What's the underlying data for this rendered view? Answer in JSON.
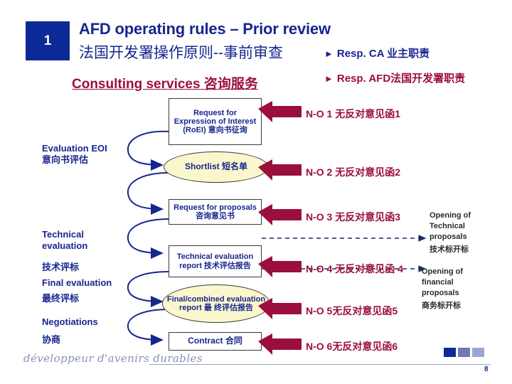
{
  "header": {
    "step_number": "1",
    "title_en": "AFD operating rules – Prior review",
    "title_cn": "法国开发署操作原则--事前审查",
    "consulting_link": "Consulting services 咨询服务",
    "legend": [
      {
        "marker": "►",
        "label": "Resp. CA 业主职责",
        "color": "#17268F"
      },
      {
        "marker": "►",
        "label": "Resp. AFD法国开发署职责",
        "color": "#9B0F3C"
      }
    ]
  },
  "stages": [
    {
      "label_en": "Evaluation EOI",
      "label_cn": "意向书评估"
    },
    {
      "label_en": "Technical\nevaluation",
      "label_en_line1": "Technical",
      "label_en_line2": "evaluation",
      "label_cn": "技术评标"
    },
    {
      "label_en": "Final evaluation",
      "label_cn": "最终评标"
    },
    {
      "label_en": "Negotiations",
      "label_cn": "协商"
    }
  ],
  "flow_nodes": [
    {
      "shape": "rect",
      "text": "Request for Expression of Interest (RoEI) 意向书征询"
    },
    {
      "shape": "ellipse",
      "text": "Shortlist 短名单"
    },
    {
      "shape": "rect",
      "text": "Request for proposals 咨询意见书"
    },
    {
      "shape": "rect",
      "text": "Technical evaluation report 技术评估报告"
    },
    {
      "shape": "ellipse",
      "text": "Final/combined evaluation report 最 终评估报告"
    },
    {
      "shape": "rect",
      "text": "Contract 合同"
    }
  ],
  "no_labels": [
    "N-O 1 无反对意见函1",
    "N-O 2 无反对意见函2",
    "N-O 3 无反对意见函3",
    "N-O 4 无反对意见函 4",
    "N-O 5无反对意见函5",
    "N-O 6无反对意见函6"
  ],
  "openings": [
    {
      "line1": "Opening of",
      "line2": "Technical",
      "line3": "proposals",
      "cn": "技术标开标"
    },
    {
      "line1": "Opening of",
      "line2": "financial",
      "line3": "proposals",
      "cn": "商务标开标"
    }
  ],
  "footer": {
    "tagline": "développeur d'avenirs durables",
    "page_number": "8"
  },
  "colors": {
    "navy": "#17268F",
    "box_navy": "#0E2A96",
    "crimson": "#9B0F3C",
    "ellipse_fill": "#FBF7CD",
    "stroke": "#3a3a3a"
  }
}
